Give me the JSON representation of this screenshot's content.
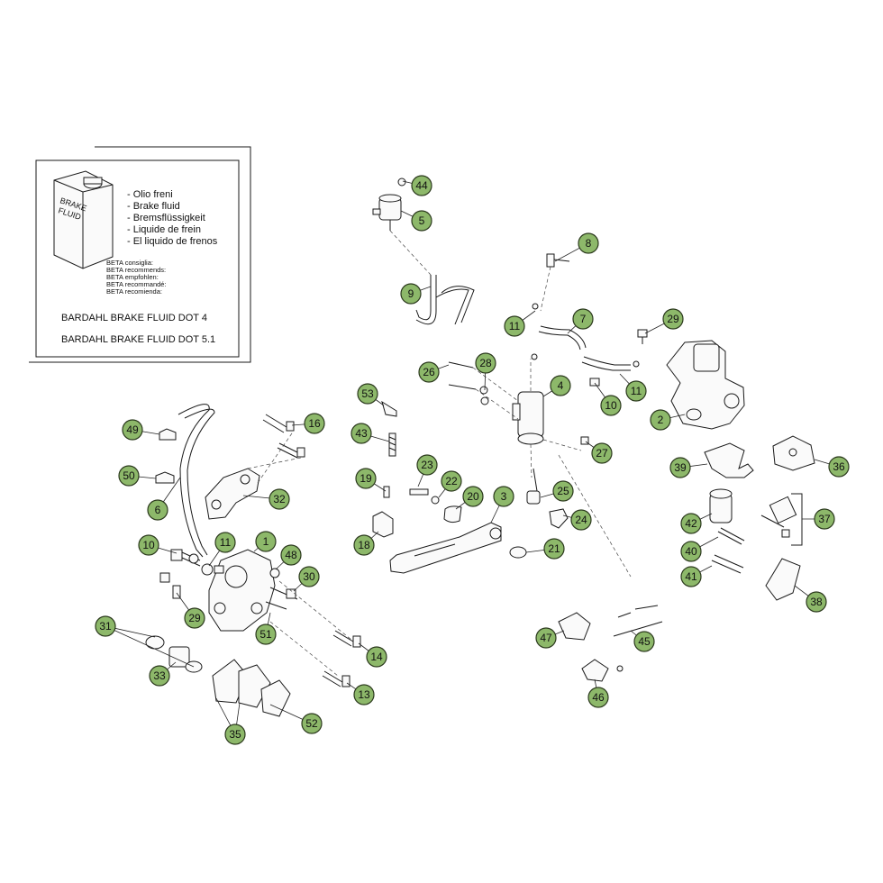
{
  "legend": {
    "bottle_label_1": "BRAKE",
    "bottle_label_2": "FLUID",
    "fluid_names": [
      "- Olio freni",
      "- Brake fluid",
      "- Bremsflüssigkeit",
      "- Liquide de frein",
      "- El liquido de frenos"
    ],
    "recommends": [
      "BETA consiglia:",
      "BETA recommends:",
      "BETA empfohlen:",
      "BETA recommandé:",
      "BETA recomienda:"
    ],
    "product_1": "BARDAHL BRAKE FLUID DOT 4",
    "product_2": "BARDAHL BRAKE FLUID DOT 5.1"
  },
  "callouts": [
    {
      "label": "44"
    },
    {
      "label": "5"
    },
    {
      "label": "8"
    },
    {
      "label": "9"
    },
    {
      "label": "7"
    },
    {
      "label": "11"
    },
    {
      "label": "29"
    },
    {
      "label": "26"
    },
    {
      "label": "28"
    },
    {
      "label": "4"
    },
    {
      "label": "11"
    },
    {
      "label": "10"
    },
    {
      "label": "2"
    },
    {
      "label": "53"
    },
    {
      "label": "43"
    },
    {
      "label": "27"
    },
    {
      "label": "39"
    },
    {
      "label": "36"
    },
    {
      "label": "49"
    },
    {
      "label": "16"
    },
    {
      "label": "50"
    },
    {
      "label": "6"
    },
    {
      "label": "32"
    },
    {
      "label": "19"
    },
    {
      "label": "23"
    },
    {
      "label": "22"
    },
    {
      "label": "20"
    },
    {
      "label": "3"
    },
    {
      "label": "25"
    },
    {
      "label": "24"
    },
    {
      "label": "18"
    },
    {
      "label": "21"
    },
    {
      "label": "42"
    },
    {
      "label": "37"
    },
    {
      "label": "40"
    },
    {
      "label": "41"
    },
    {
      "label": "38"
    },
    {
      "label": "10"
    },
    {
      "label": "11"
    },
    {
      "label": "1"
    },
    {
      "label": "48"
    },
    {
      "label": "30"
    },
    {
      "label": "29"
    },
    {
      "label": "31"
    },
    {
      "label": "51"
    },
    {
      "label": "14"
    },
    {
      "label": "33"
    },
    {
      "label": "13"
    },
    {
      "label": "35"
    },
    {
      "label": "52"
    },
    {
      "label": "47"
    },
    {
      "label": "45"
    },
    {
      "label": "46"
    }
  ]
}
